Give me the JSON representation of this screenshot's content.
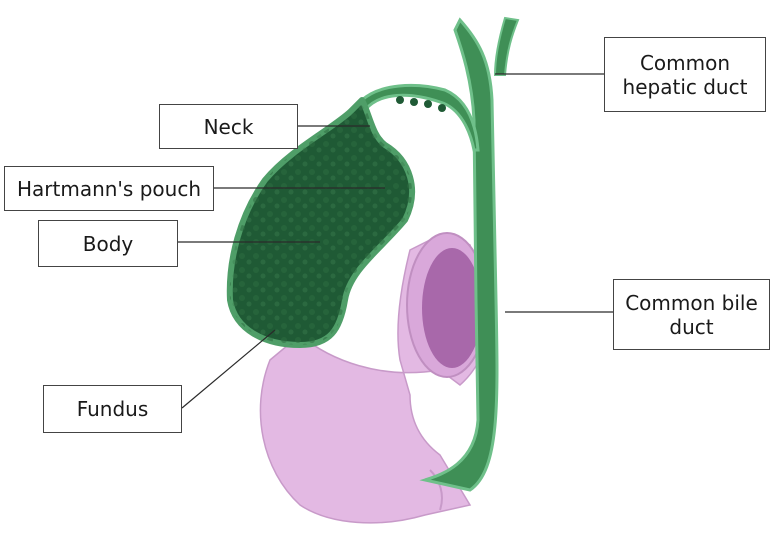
{
  "labels": {
    "neck": "Neck",
    "hartmanns_pouch": "Hartmann's pouch",
    "body": "Body",
    "fundus": "Fundus",
    "common_hepatic_duct_line1": "Common",
    "common_hepatic_duct_line2": "hepatic duct",
    "common_bile_duct_line1": "Common bile",
    "common_bile_duct_line2": "duct"
  },
  "colors": {
    "gallbladder_dark": "#1f5a35",
    "gallbladder_mid": "#2f7a48",
    "duct_green": "#3f8f56",
    "duct_outline": "#6fc08a",
    "intestine_pink": "#e3b9e3",
    "intestine_shadow": "#b77fb8",
    "lumen": "#a868aa",
    "leader_line": "#2a2a2a"
  }
}
